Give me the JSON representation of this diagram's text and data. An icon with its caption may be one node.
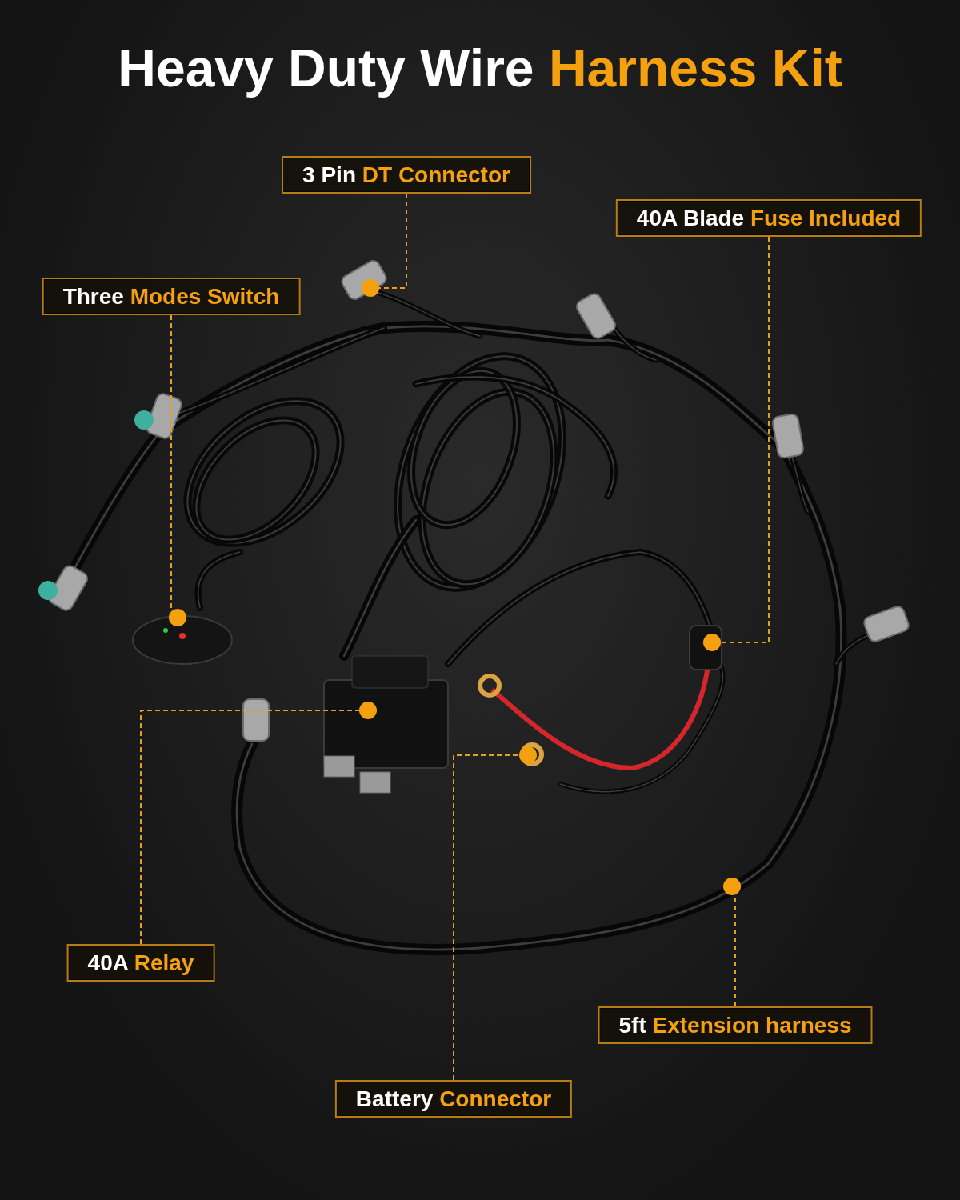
{
  "diagram": {
    "title": "Heavy Duty Wire **Harness Kit**",
    "nodes": [
      {
        "text": [
          "3 Pin **DT Connector**"
        ]
      },
      {
        "text": [
          "40A Blade **Fuse Included**"
        ]
      },
      {
        "text": [
          "Three **Modes Switch**"
        ]
      },
      {
        "text": [
          "40A **Relay**"
        ]
      },
      {
        "text": [
          "5ft **Extension harness**"
        ]
      },
      {
        "text": [
          "Battery **Connector**"
        ]
      },
      {
        "text": [],
        "shape": "circle"
      },
      {
        "text": [],
        "shape": "circle"
      },
      {
        "text": [],
        "shape": "circle"
      },
      {
        "text": [],
        "shape": "circle"
      },
      {
        "text": [],
        "shape": "circle"
      },
      {
        "text": [],
        "shape": "circle"
      }
    ],
    "edges": [
      {
        "from": 0,
        "to": 6,
        "arrow": "none"
      },
      {
        "from": 1,
        "to": 7,
        "arrow": "none"
      },
      {
        "from": 2,
        "to": 8,
        "arrow": "none"
      },
      {
        "from": 3,
        "to": 9,
        "arrow": "none"
      },
      {
        "from": 4,
        "to": 10,
        "arrow": "none"
      },
      {
        "from": 5,
        "to": 11,
        "arrow": "none"
      }
    ]
  }
}
